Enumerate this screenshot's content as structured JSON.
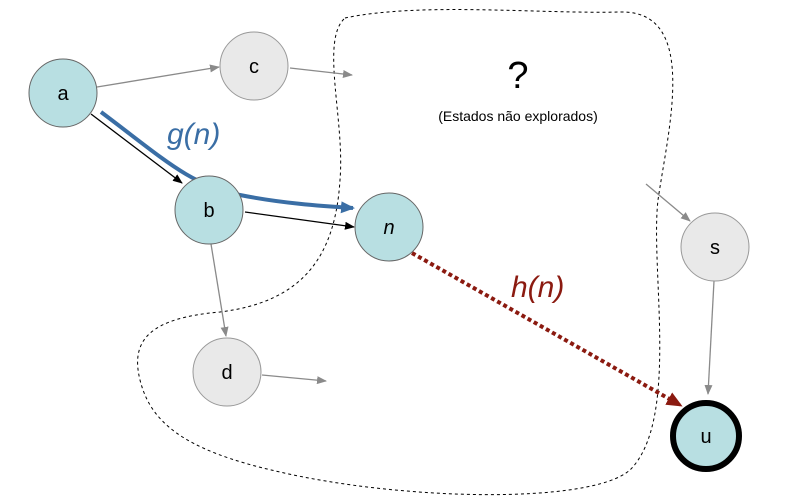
{
  "nodes": {
    "a": {
      "label": "a"
    },
    "b": {
      "label": "b"
    },
    "c": {
      "label": "c"
    },
    "d": {
      "label": "d"
    },
    "n": {
      "label": "n"
    },
    "s": {
      "label": "s"
    },
    "u": {
      "label": "u"
    }
  },
  "unexplored": {
    "question_mark": "?",
    "caption": "(Estados não explorados)"
  },
  "path_labels": {
    "g": "g(n)",
    "h": "h(n)"
  },
  "colors": {
    "explored_fill": "#b8dfe2",
    "unexplored_fill": "#e9e9e9",
    "g_path": "#3a6ea5",
    "h_path": "#8b1a10",
    "gray_edge": "#8a8a8a"
  }
}
